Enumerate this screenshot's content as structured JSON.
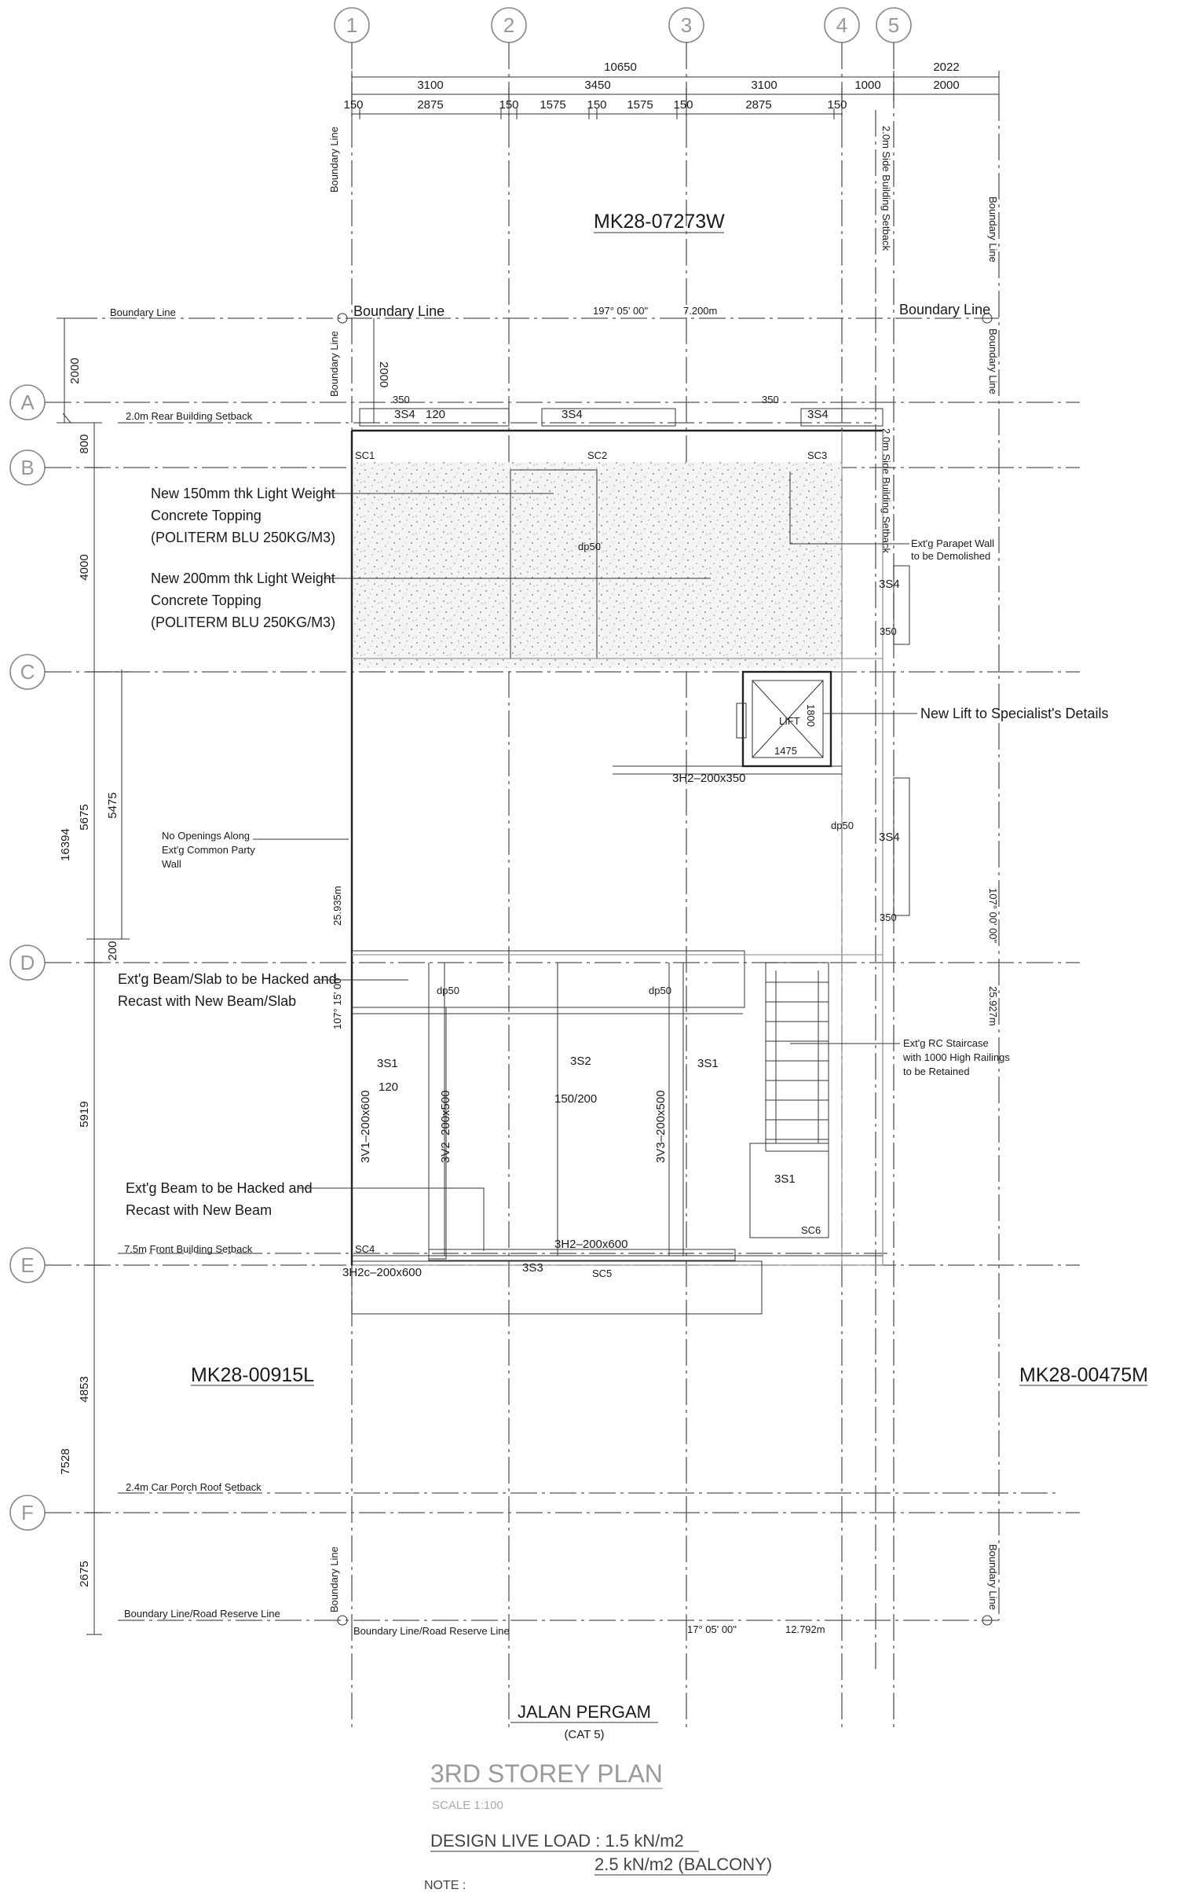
{
  "grid": {
    "columns": [
      "1",
      "2",
      "3",
      "4",
      "5"
    ],
    "rows": [
      "A",
      "B",
      "C",
      "D",
      "E",
      "F"
    ]
  },
  "dims": {
    "overall_top": "10650",
    "overall_right": "2022",
    "spans": [
      "3100",
      "3450",
      "3100",
      "1000",
      "2000"
    ],
    "sub": [
      "150",
      "2875",
      "150",
      "1575",
      "150",
      "1575",
      "150",
      "2875",
      "150"
    ],
    "left": [
      "2000",
      "800",
      "4000",
      "5675",
      "5919",
      "4853",
      "2675"
    ],
    "left_total": "16394",
    "left_total2": "7528",
    "inner_5475": "5475",
    "inner_200": "200",
    "rear_2000": "2000",
    "v350_a": "350",
    "v350_b": "350",
    "v350_c": "350",
    "v350_d": "350"
  },
  "lots": {
    "rear": "MK28-07273W",
    "left": "MK28-00915L",
    "right": "MK28-00475M"
  },
  "lines": {
    "boundary": "Boundary Line",
    "road_reserve": "Boundary Line/Road Reserve Line",
    "rear_setback": "2.0m  Rear  Building  Setback",
    "side_setback": "2.0m  Side  Building  Setback",
    "front_setback": "7.5m  Front  Building  Setback",
    "porch_setback": "2.4m  Car  Porch  Roof  Setback",
    "bearing_top": "197°   05'   00\"",
    "length_top": "7.200m",
    "bearing_bottom": "17°   05'   00\"",
    "length_bottom": "12.792m",
    "bearing_left": "107°  15'  00\"",
    "length_left": "25.935m",
    "bearing_right": "107°  00'  00\"",
    "length_right": "25.927m"
  },
  "columns_sc": [
    "SC1",
    "SC2",
    "SC3",
    "SC4",
    "SC5",
    "SC6"
  ],
  "slabs": {
    "s3s4_a": "3S4",
    "s3s4_a_val": "120",
    "s3s4_b": "3S4",
    "s3s4_c": "3S4",
    "s3s4_d": "3S4",
    "s3s4_e": "3S4",
    "s3s1_a": "3S1",
    "s3s1_a_val": "120",
    "s3s2": "3S2",
    "s3s2_val": "150/200",
    "s3s1_b": "3S1",
    "s3s1_c": "3S1",
    "s3s3": "3S3",
    "dp_a": "dp50",
    "dp_b": "dp50",
    "dp_c": "dp50",
    "dp_d": "dp50"
  },
  "beams": {
    "h2_lift": "3H2–200x350",
    "v1": "3V1–200x600",
    "v2": "3V2–200x500",
    "v3": "3V3–200x500",
    "h2_front": "3H2–200x600",
    "h2c": "3H2c–200x600"
  },
  "lift": {
    "label": "LIFT",
    "w": "1475",
    "d": "1800"
  },
  "notes": {
    "topping150": [
      "New 150mm thk Light Weight",
      "Concrete Topping",
      "(POLITERM BLU 250KG/M3)"
    ],
    "topping200": [
      "New 200mm thk Light Weight",
      "Concrete Topping",
      "(POLITERM BLU 250KG/M3)"
    ],
    "parapet": [
      "Ext'g Parapet Wall",
      "to be Demolished"
    ],
    "new_lift": "New Lift to Specialist's Details",
    "no_openings": [
      "No Openings Along",
      "Ext'g Common Party",
      "Wall"
    ],
    "hack_slab": [
      "Ext'g Beam/Slab to be Hacked and",
      "Recast with New Beam/Slab"
    ],
    "staircase": [
      "Ext'g RC Staircase",
      "with 1000 High Railings",
      "to be Retained"
    ],
    "hack_beam": [
      "Ext'g Beam to be Hacked and",
      "Recast with New Beam"
    ]
  },
  "road": {
    "name": "JALAN  PERGAM",
    "cat": "(CAT  5)"
  },
  "title": {
    "plan": "3RD STOREY PLAN",
    "scale": "SCALE 1:100",
    "live_load_label": "DESIGN  LIVE  LOAD  :  1.5  kN/m2",
    "live_load_balcony": "2.5  kN/m2  (BALCONY)",
    "note": "NOTE :"
  }
}
